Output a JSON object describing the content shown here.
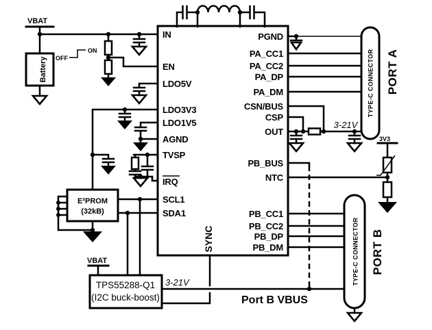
{
  "diagram": {
    "bg_color": "#ffffff",
    "ink_color": "#000000",
    "power": {
      "vbat_top": "VBAT",
      "vbat_tps": "VBAT",
      "rail_3v3": "3V3",
      "range_port_a": "3-21V",
      "range_tps": "3-21V"
    },
    "battery_label": "Battery",
    "enable_switch": {
      "on": "ON",
      "off": "OFF"
    },
    "main_ic": {
      "left_pins": [
        "IN",
        "EN",
        "LDO5V",
        "LDO3V3",
        "LDO1V5",
        "AGND",
        "TVSP",
        "IRQ",
        "SCL1",
        "SDA1"
      ],
      "right_pins": [
        "PGND",
        "PA_CC1",
        "PA_CC2",
        "PA_DP",
        "PA_DM",
        "CSN/BUS",
        "CSP",
        "OUT",
        "PB_BUS",
        "NTC",
        "PB_CC1",
        "PB_CC2",
        "PB_DP",
        "PB_DM"
      ],
      "bottom_pin": "SYNC"
    },
    "eeprom": {
      "name": "E²PROM",
      "size": "(32kB)"
    },
    "buck_boost": {
      "name": "TPS55288-Q1",
      "desc": "(I2C buck-boost)"
    },
    "port_a": {
      "connector": "TYPE-C CONNECTOR",
      "label": "PORT A"
    },
    "port_b": {
      "connector": "TYPE-C CONNECTOR",
      "label": "PORT B",
      "vbus": "Port B VBUS"
    }
  }
}
